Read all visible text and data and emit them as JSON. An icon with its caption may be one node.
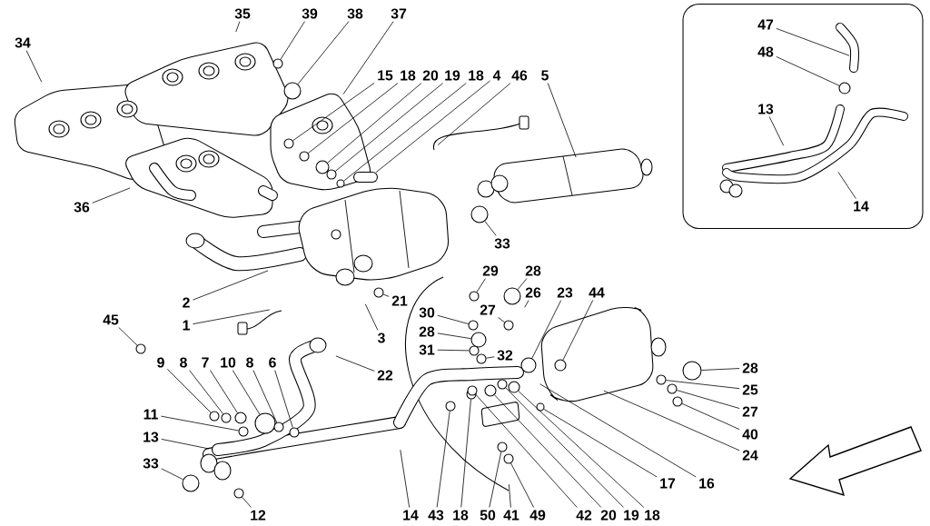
{
  "diagram": {
    "nodes": [
      {
        "text": [
          "34"
        ]
      },
      {
        "text": [
          "35"
        ]
      },
      {
        "text": [
          "39"
        ]
      },
      {
        "text": [
          "38"
        ]
      },
      {
        "text": [
          "37"
        ]
      },
      {
        "text": [
          "15"
        ]
      },
      {
        "text": [
          "18"
        ]
      },
      {
        "text": [
          "20"
        ]
      },
      {
        "text": [
          "19"
        ]
      },
      {
        "text": [
          "18"
        ]
      },
      {
        "text": [
          "4"
        ]
      },
      {
        "text": [
          "46"
        ]
      },
      {
        "text": [
          "5"
        ]
      },
      {
        "text": [
          "36"
        ]
      },
      {
        "text": [
          "2"
        ]
      },
      {
        "text": [
          "1"
        ]
      },
      {
        "text": [
          "21"
        ]
      },
      {
        "text": [
          "3"
        ]
      },
      {
        "text": [
          "45"
        ]
      },
      {
        "text": [
          "9"
        ]
      },
      {
        "text": [
          "8"
        ]
      },
      {
        "text": [
          "7"
        ]
      },
      {
        "text": [
          "10"
        ]
      },
      {
        "text": [
          "8"
        ]
      },
      {
        "text": [
          "6"
        ]
      },
      {
        "text": [
          "22"
        ]
      },
      {
        "text": [
          "11"
        ]
      },
      {
        "text": [
          "13"
        ]
      },
      {
        "text": [
          "33"
        ]
      },
      {
        "text": [
          "12"
        ]
      },
      {
        "text": [
          "14"
        ]
      },
      {
        "text": [
          "43"
        ]
      },
      {
        "text": [
          "18"
        ]
      },
      {
        "text": [
          "29"
        ]
      },
      {
        "text": [
          "28"
        ]
      },
      {
        "text": [
          "26"
        ]
      },
      {
        "text": [
          "27"
        ]
      },
      {
        "text": [
          "30"
        ]
      },
      {
        "text": [
          "28"
        ]
      },
      {
        "text": [
          "31"
        ]
      },
      {
        "text": [
          "32"
        ]
      },
      {
        "text": [
          "23"
        ]
      },
      {
        "text": [
          "44"
        ]
      },
      {
        "text": [
          "28"
        ]
      },
      {
        "text": [
          "25"
        ]
      },
      {
        "text": [
          "27"
        ]
      },
      {
        "text": [
          "40"
        ]
      },
      {
        "text": [
          "24"
        ]
      },
      {
        "text": [
          "16"
        ]
      },
      {
        "text": [
          "17"
        ]
      },
      {
        "text": [
          "18"
        ]
      },
      {
        "text": [
          "19"
        ]
      },
      {
        "text": [
          "20"
        ]
      },
      {
        "text": [
          "42"
        ]
      },
      {
        "text": [
          "49"
        ]
      },
      {
        "text": [
          "41"
        ]
      },
      {
        "text": [
          "50"
        ]
      },
      {
        "text": [
          "33"
        ]
      },
      {
        "text": [],
        "shape": "box"
      },
      {
        "text": [
          "47"
        ],
        "in": 58
      },
      {
        "text": [
          "48"
        ],
        "in": 58
      },
      {
        "text": [
          "13"
        ],
        "in": 58
      },
      {
        "text": [
          "14"
        ],
        "in": 58
      },
      {
        "text": [],
        "shape": "circle"
      },
      {
        "text": [],
        "shape": "circle"
      },
      {
        "text": [],
        "shape": "circle"
      },
      {
        "text": [],
        "shape": "circle"
      },
      {
        "text": [],
        "shape": "circle"
      },
      {
        "text": [],
        "shape": "circle"
      },
      {
        "text": [],
        "shape": "circle"
      },
      {
        "text": [],
        "shape": "circle"
      },
      {
        "text": [],
        "shape": "circle"
      },
      {
        "text": [],
        "shape": "circle"
      },
      {
        "text": [],
        "shape": "circle"
      },
      {
        "text": [],
        "shape": "circle"
      },
      {
        "text": [],
        "shape": "circle"
      },
      {
        "text": [],
        "shape": "circle"
      },
      {
        "text": [],
        "shape": "circle"
      },
      {
        "text": [],
        "shape": "circle"
      },
      {
        "text": [],
        "shape": "circle"
      },
      {
        "text": [],
        "shape": "circle"
      },
      {
        "text": [],
        "shape": "circle"
      },
      {
        "text": [],
        "shape": "circle"
      },
      {
        "text": [],
        "shape": "circle"
      },
      {
        "text": [],
        "shape": "circle"
      },
      {
        "text": [],
        "shape": "circle"
      },
      {
        "text": [],
        "shape": "circle"
      },
      {
        "text": [],
        "shape": "circle"
      },
      {
        "text": [],
        "shape": "circle"
      },
      {
        "text": [],
        "shape": "circle"
      },
      {
        "text": [],
        "shape": "circle"
      },
      {
        "text": [],
        "shape": "circle"
      },
      {
        "text": [],
        "shape": "circle"
      },
      {
        "text": [],
        "shape": "circle"
      },
      {
        "text": [],
        "shape": "circle"
      },
      {
        "text": [],
        "shape": "circle"
      },
      {
        "text": [],
        "shape": "circle"
      },
      {
        "text": [],
        "shape": "circle"
      },
      {
        "text": [],
        "shape": "circle"
      },
      {
        "text": [],
        "shape": "circle"
      },
      {
        "text": [],
        "shape": "circle"
      },
      {
        "text": [],
        "shape": "circle"
      },
      {
        "text": [],
        "shape": "circle"
      },
      {
        "text": [],
        "shape": "circle"
      },
      {
        "text": [],
        "shape": "circle",
        "in": 58
      }
    ],
    "edges": [
      {
        "from": 0,
        "to": null,
        "arrow": "none"
      },
      {
        "from": 1,
        "to": null,
        "arrow": "none"
      },
      {
        "from": 2,
        "to": 63,
        "arrow": "none"
      },
      {
        "from": 3,
        "to": 64,
        "arrow": "none"
      },
      {
        "from": 4,
        "to": null,
        "arrow": "none"
      },
      {
        "from": 5,
        "to": 65,
        "arrow": "none"
      },
      {
        "from": 6,
        "to": 66,
        "arrow": "none"
      },
      {
        "from": 7,
        "to": 67,
        "arrow": "none"
      },
      {
        "from": 8,
        "to": 68,
        "arrow": "none"
      },
      {
        "from": 9,
        "to": 69,
        "arrow": "none"
      },
      {
        "from": 10,
        "to": null,
        "arrow": "none"
      },
      {
        "from": 11,
        "to": null,
        "arrow": "none"
      },
      {
        "from": 12,
        "to": null,
        "arrow": "none"
      },
      {
        "from": 13,
        "to": null,
        "arrow": "none"
      },
      {
        "from": 14,
        "to": null,
        "arrow": "none"
      },
      {
        "from": 15,
        "to": null,
        "arrow": "none"
      },
      {
        "from": 16,
        "to": 70,
        "arrow": "none"
      },
      {
        "from": 17,
        "to": null,
        "arrow": "none"
      },
      {
        "from": 18,
        "to": 71,
        "arrow": "none"
      },
      {
        "from": 19,
        "to": 72,
        "arrow": "none"
      },
      {
        "from": 20,
        "to": 73,
        "arrow": "none"
      },
      {
        "from": 21,
        "to": 74,
        "arrow": "none"
      },
      {
        "from": 22,
        "to": 75,
        "arrow": "none"
      },
      {
        "from": 23,
        "to": 76,
        "arrow": "none"
      },
      {
        "from": 24,
        "to": 77,
        "arrow": "none"
      },
      {
        "from": 25,
        "to": null,
        "arrow": "none"
      },
      {
        "from": 26,
        "to": 78,
        "arrow": "none"
      },
      {
        "from": 27,
        "to": null,
        "arrow": "none"
      },
      {
        "from": 28,
        "to": 79,
        "arrow": "none"
      },
      {
        "from": 29,
        "to": 80,
        "arrow": "none"
      },
      {
        "from": 30,
        "to": null,
        "arrow": "none"
      },
      {
        "from": 31,
        "to": 81,
        "arrow": "none"
      },
      {
        "from": 32,
        "to": 82,
        "arrow": "none"
      },
      {
        "from": 33,
        "to": 83,
        "arrow": "none"
      },
      {
        "from": 34,
        "to": 84,
        "arrow": "none"
      },
      {
        "from": 35,
        "to": null,
        "arrow": "none"
      },
      {
        "from": 36,
        "to": 85,
        "arrow": "none"
      },
      {
        "from": 37,
        "to": 86,
        "arrow": "none"
      },
      {
        "from": 38,
        "to": 87,
        "arrow": "none"
      },
      {
        "from": 39,
        "to": 88,
        "arrow": "none"
      },
      {
        "from": 40,
        "to": 89,
        "arrow": "none"
      },
      {
        "from": 41,
        "to": 90,
        "arrow": "none"
      },
      {
        "from": 42,
        "to": 91,
        "arrow": "none"
      },
      {
        "from": 43,
        "to": 92,
        "arrow": "none"
      },
      {
        "from": 44,
        "to": 93,
        "arrow": "none"
      },
      {
        "from": 45,
        "to": 94,
        "arrow": "none"
      },
      {
        "from": 46,
        "to": 95,
        "arrow": "none"
      },
      {
        "from": 47,
        "to": null,
        "arrow": "none"
      },
      {
        "from": 48,
        "to": null,
        "arrow": "none"
      },
      {
        "from": 49,
        "to": 96,
        "arrow": "none"
      },
      {
        "from": 50,
        "to": 97,
        "arrow": "none"
      },
      {
        "from": 51,
        "to": 98,
        "arrow": "none"
      },
      {
        "from": 52,
        "to": 99,
        "arrow": "none"
      },
      {
        "from": 53,
        "to": 100,
        "arrow": "none"
      },
      {
        "from": 54,
        "to": 101,
        "arrow": "none"
      },
      {
        "from": 55,
        "to": null,
        "arrow": "none"
      },
      {
        "from": 56,
        "to": 102,
        "arrow": "none"
      },
      {
        "from": 57,
        "to": 103,
        "arrow": "none"
      },
      {
        "from": 59,
        "to": null,
        "arrow": "none"
      },
      {
        "from": 60,
        "to": 104,
        "arrow": "none"
      },
      {
        "from": 61,
        "to": null,
        "arrow": "none"
      },
      {
        "from": 62,
        "to": null,
        "arrow": "none"
      }
    ]
  }
}
